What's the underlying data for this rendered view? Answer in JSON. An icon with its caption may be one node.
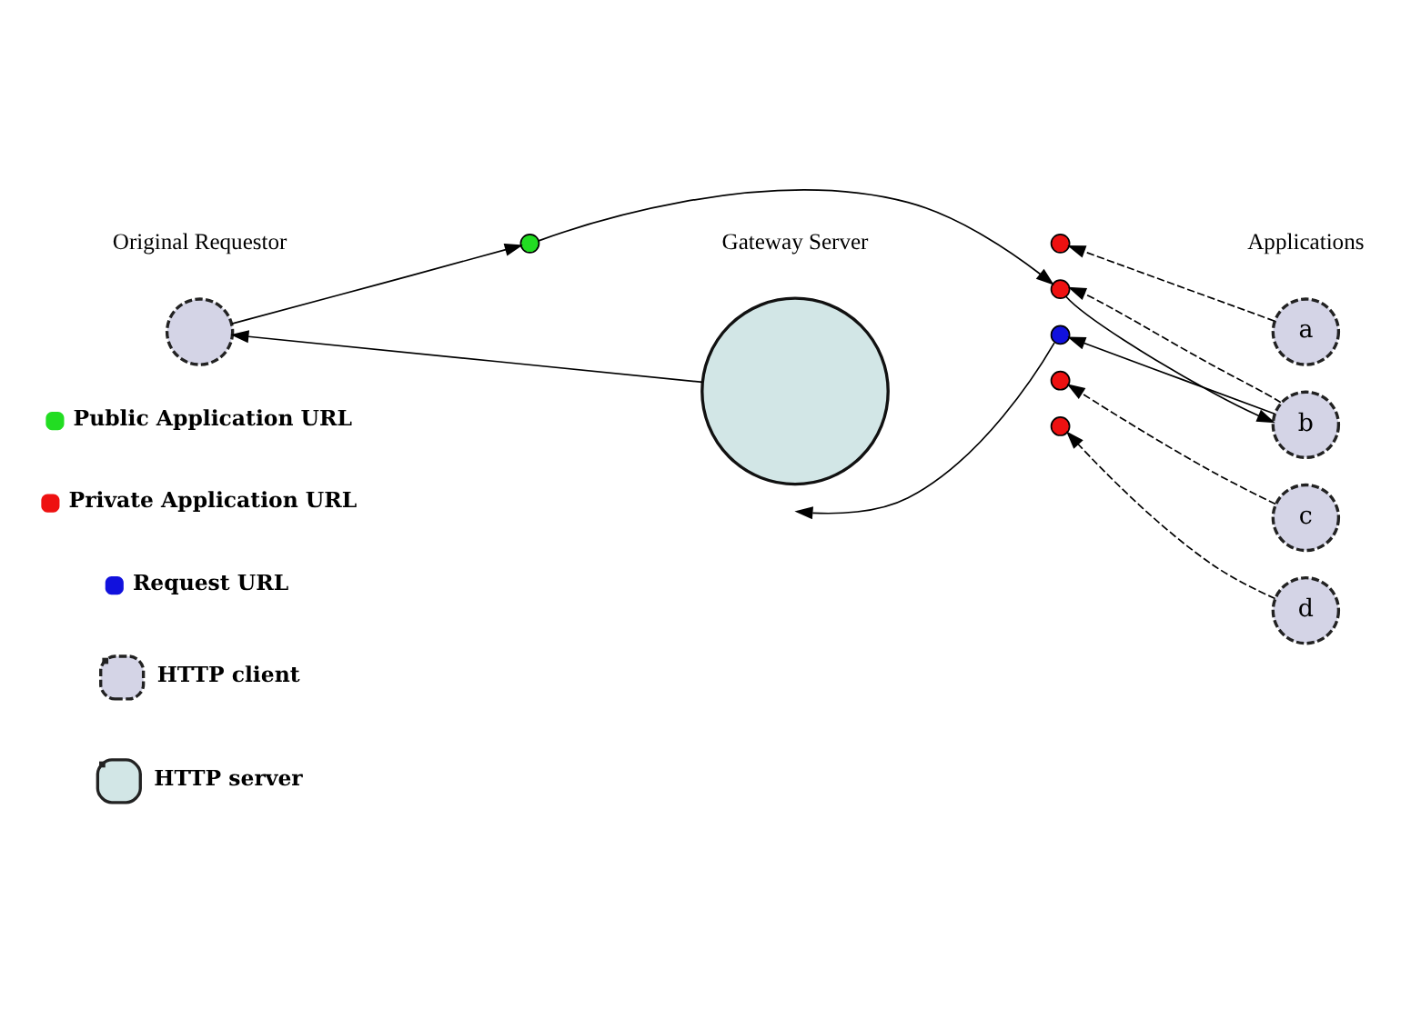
{
  "diagram": {
    "nodes": [
      {
        "text": [],
        "shape": "circle"
      },
      {
        "text": [],
        "shape": "circle"
      },
      {
        "text": [],
        "shape": "circle"
      },
      {
        "text": [],
        "shape": "circle"
      },
      {
        "text": [],
        "shape": "circle"
      },
      {
        "text": [],
        "shape": "circle"
      },
      {
        "text": [],
        "shape": "circle"
      },
      {
        "text": [],
        "shape": "circle"
      },
      {
        "text": [
          "a"
        ]
      },
      {
        "text": [
          "b"
        ]
      },
      {
        "text": [
          "c"
        ]
      },
      {
        "text": [
          "d"
        ]
      }
    ],
    "edges": [
      {
        "from": 0,
        "to": 2,
        "arrow": "to"
      },
      {
        "from": 1,
        "to": 0,
        "arrow": "to"
      },
      {
        "from": 2,
        "to": 4,
        "arrow": "to"
      },
      {
        "from": 5,
        "to": null,
        "arrow": "to"
      },
      {
        "from": 4,
        "to": 9,
        "arrow": "to"
      },
      {
        "from": 9,
        "to": 5,
        "arrow": "to"
      },
      {
        "from": 8,
        "to": 3,
        "arrow": "to",
        "style": "dashed"
      },
      {
        "from": 9,
        "to": 4,
        "arrow": "to",
        "style": "dashed"
      },
      {
        "from": 10,
        "to": 6,
        "arrow": "to",
        "style": "dashed"
      },
      {
        "from": 11,
        "to": 7,
        "arrow": "to",
        "style": "dashed"
      }
    ],
    "labels": [
      "Original Requestor",
      "Gateway Server",
      "Applications"
    ],
    "legend": [
      {
        "text": "Public Application URL",
        "color": "#22dd22"
      },
      {
        "text": "Private Application URL",
        "color": "#ee1111"
      },
      {
        "text": "Request URL",
        "color": "#1111dd"
      },
      {
        "text": "HTTP client"
      },
      {
        "text": "HTTP server"
      }
    ]
  }
}
